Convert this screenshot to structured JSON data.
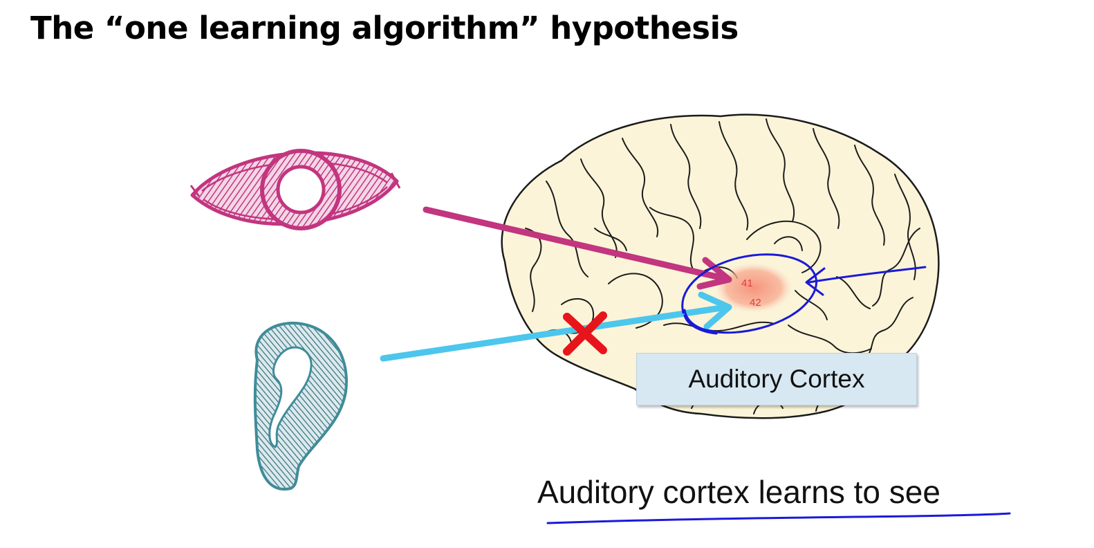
{
  "slide": {
    "title": "The “one learning algorithm” hypothesis",
    "cortex_label": "Auditory Cortex",
    "caption": "Auditory cortex learns to see",
    "brain_areas": [
      "41",
      "42"
    ]
  },
  "icons": {
    "eye": "eye-icon",
    "ear": "ear-icon",
    "brain": "brain-illustration",
    "blocked": "red-x-icon"
  },
  "colors": {
    "eye_pathway": "#c2357f",
    "ear_pathway": "#4cc6ec",
    "annotation_ink": "#1a1ad8",
    "blocked_mark": "#e8141c",
    "brain_fill": "#fbf4d8",
    "cortex_highlight": "#f5a08a",
    "label_box": "#d7e8f2",
    "ear_icon": "#3f8c99"
  }
}
